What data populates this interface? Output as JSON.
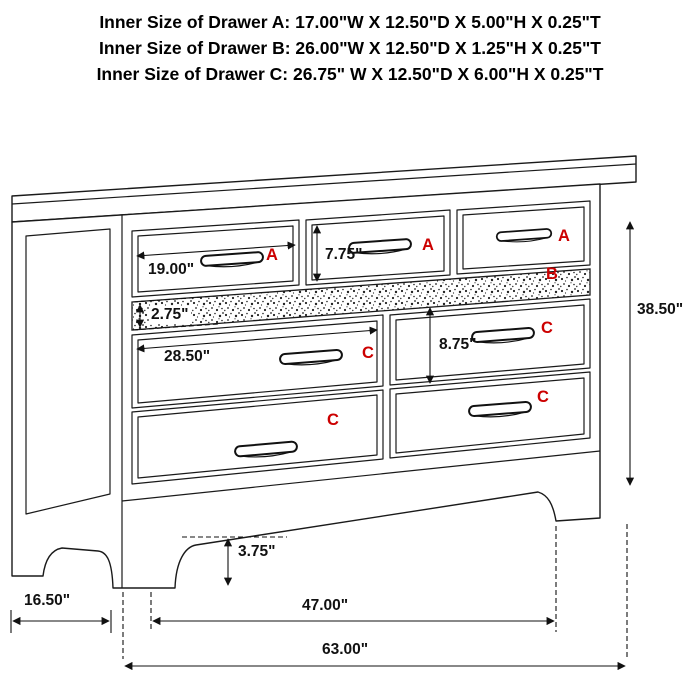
{
  "header": {
    "line1": "Inner Size of Drawer A: 17.00\"W X 12.50\"D X 5.00\"H X 0.25\"T",
    "line2": "Inner Size of Drawer B: 26.00\"W X 12.50\"D X 1.25\"H X 0.25\"T",
    "line3": "Inner Size of Drawer C: 26.75\" W X 12.50\"D X 6.00\"H X 0.25\"T"
  },
  "labels": {
    "drawer_a_top_left": "A",
    "drawer_a_top_middle": "A",
    "drawer_a_top_right": "A",
    "drawer_b_trim": "B",
    "drawer_c_left_upper": "C",
    "drawer_c_left_lower": "C",
    "drawer_c_right_upper": "C",
    "drawer_c_right_lower": "C"
  },
  "dimensions": {
    "drawer_a_width": "19.00\"",
    "drawer_a_height": "7.75\"",
    "trim_drawer_height": "2.75\"",
    "drawer_c_width": "28.50\"",
    "drawer_c_height": "8.75\"",
    "overall_height": "38.50\"",
    "foot_height": "3.75\"",
    "overall_depth": "16.50\"",
    "inner_base_width": "47.00\"",
    "overall_width": "63.00\""
  },
  "colors": {
    "label_red": "#cc0000",
    "line_black": "#1a1a1a"
  }
}
